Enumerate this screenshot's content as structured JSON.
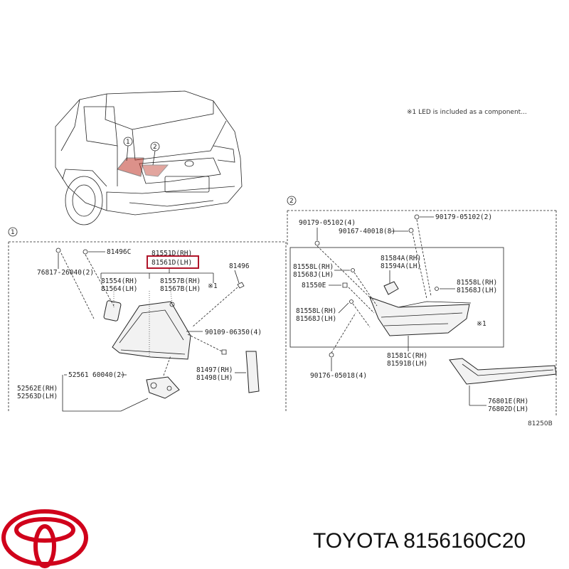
{
  "note": "※1 LED is included as a component...",
  "callouts": {
    "one": "1",
    "two": "2"
  },
  "figure_code": "81250B",
  "colors": {
    "highlight": "#b0152a",
    "logo": "#d0021b",
    "line": "#222222"
  },
  "section1": {
    "highlight_rh": "81551D(RH)",
    "highlight_lh": "81561D(LH)",
    "p81496c": "81496C",
    "p76817": "76817-26040(2)",
    "p81554_rh": "81554(RH)",
    "p81564_lh": "81564(LH)",
    "p81557b_rh": "81557B(RH)",
    "p81567b_lh": "81567B(LH)",
    "mark1": "※1",
    "p81496": "81496",
    "p90109": "90109-06350(4)",
    "p52561": "52561",
    "p60040": "60040(2)",
    "p52562e": "52562E(RH)",
    "p52563d": "52563D(LH)",
    "p81497": "81497(RH)",
    "p81498": "81498(LH)"
  },
  "section2": {
    "p90179a": "90179-05102(4)",
    "p90167": "90167-40018(8)",
    "p90179b": "90179-05102(2)",
    "p81558l_a": "81558L(RH)",
    "p81568j_a": "81568J(LH)",
    "p81584a": "81584A(RH)",
    "p81594a": "81594A(LH)",
    "p81550e": "81550E",
    "p81558l_b": "81558L(RH)",
    "p81568j_b": "81568J(LH)",
    "p81558l_c": "81558L(RH)",
    "p81568j_c": "81568J(LH)",
    "mark2": "※1",
    "p81581c": "81581C(RH)",
    "p81591b": "81591B(LH)",
    "p90176": "90176-05018(4)",
    "p76801e": "76801E(RH)",
    "p76802d": "76802D(LH)"
  },
  "brand": {
    "text": "TOYOTA 8156160C20"
  }
}
